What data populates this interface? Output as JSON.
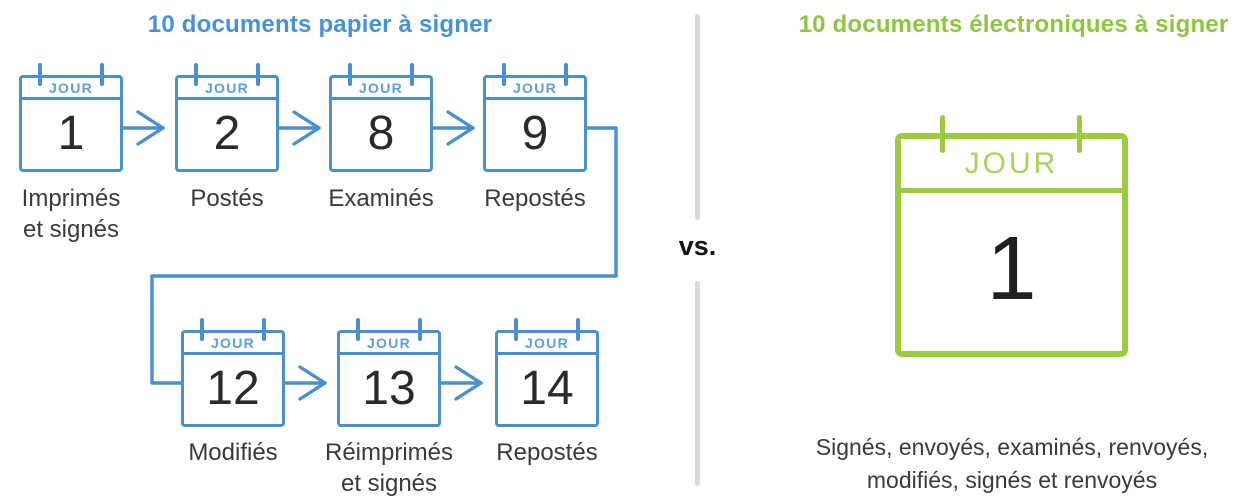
{
  "left": {
    "title": "10 documents papier à signer",
    "jour_label": "JOUR",
    "row1": [
      {
        "day": "1",
        "label": "Imprimés et signés"
      },
      {
        "day": "2",
        "label": "Postés"
      },
      {
        "day": "8",
        "label": "Examinés"
      },
      {
        "day": "9",
        "label": "Repostés"
      }
    ],
    "row2": [
      {
        "day": "12",
        "label": "Modifiés"
      },
      {
        "day": "13",
        "label": "Réimprimés et signés"
      },
      {
        "day": "14",
        "label": "Repostés"
      }
    ]
  },
  "middle": {
    "vs_label": "vs."
  },
  "right": {
    "title": "10 documents électroniques à signer",
    "jour_label": "JOUR",
    "day": "1",
    "caption_line1": "Signés, envoyés, examinés, renvoyés,",
    "caption_line2": "modifiés, signés et renvoyés"
  },
  "colors": {
    "blue_border": "#4A8FCE",
    "blue_jour": "#5D9FD9",
    "blue_title": "#4691D8",
    "green_border": "#9CCB40",
    "green_jour": "#A9D35F",
    "green_title": "#8EC641",
    "dark_text": "#3A3A3A",
    "divider_gray": "#DADADA"
  }
}
